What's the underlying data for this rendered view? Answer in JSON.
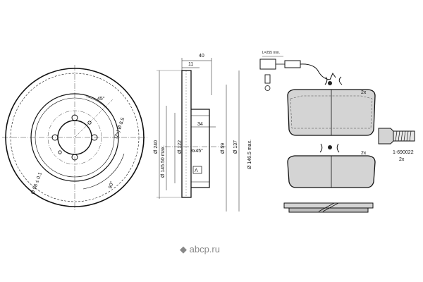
{
  "disc": {
    "angle_top": "45°",
    "angle_side": "90°",
    "bolt_holes": "(2x) Ø 8.5",
    "pcd": "Ø 98 ± 0.1"
  },
  "section": {
    "width_total": "40",
    "width_hat": "11",
    "dia_outer": "Ø 240",
    "dia_max_1": "Ø 145.50 max.",
    "dia_hat": "Ø 122",
    "hub_depth": "34",
    "dia_centre": "Ø 59",
    "chamfer": "3x45°",
    "dia_137": "Ø 137",
    "dia_max_2": "Ø 146.5 max."
  },
  "pads": {
    "sensor_length": "L=255 mm.",
    "qty_top": "2x",
    "qty_bottom": "2x"
  },
  "bolt": {
    "part_no": "1-690022",
    "qty": "2x"
  },
  "watermark": "◆ abcp.ru"
}
